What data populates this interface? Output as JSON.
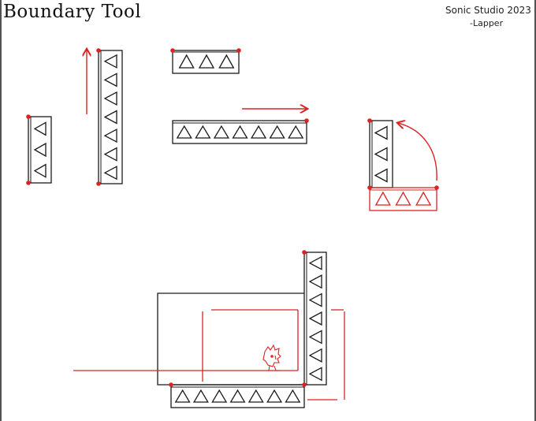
{
  "title": "Boundary Tool",
  "credit": {
    "line1": "Sonic Studio 2023",
    "line2": "-Lapper"
  },
  "colors": {
    "ink": "#1a1a1a",
    "accent": "#dd2222"
  },
  "spike_counts": {
    "top_small": 3,
    "left_short": 3,
    "tall_vertical": 7,
    "middle_long": 7,
    "right_vertical": 3,
    "right_rotated": 3,
    "bottom_vertical": 7,
    "bottom_horizontal": 7
  }
}
